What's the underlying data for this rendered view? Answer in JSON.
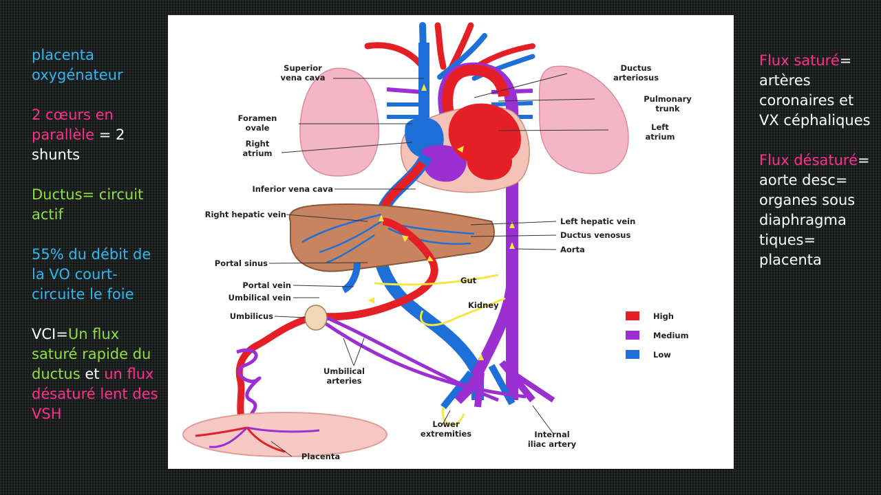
{
  "left_notes": [
    {
      "parts": [
        {
          "text": "placenta oxygénateur",
          "color": "#2fb8f0"
        }
      ]
    },
    {
      "parts": [
        {
          "text": "2 cœurs en parallèle",
          "color": "#ff2f8c"
        },
        {
          "text": " = 2 shunts",
          "color": "#ffffff"
        }
      ]
    },
    {
      "parts": [
        {
          "text": "Ductus= circuit actif",
          "color": "#8ee03c"
        }
      ]
    },
    {
      "parts": [
        {
          "text": "55% du débit de la VO court-circuite le foie",
          "color": "#2fb8f0"
        }
      ]
    },
    {
      "parts": [
        {
          "text": "VCI=",
          "color": "#ffffff"
        },
        {
          "text": "Un flux saturé rapide du ductus",
          "color": "#8ee03c"
        },
        {
          "text": " et ",
          "color": "#ffffff"
        },
        {
          "text": "un flux désaturé lent des VSH",
          "color": "#ff2f8c"
        }
      ]
    }
  ],
  "right_notes": [
    {
      "parts": [
        {
          "text": "Flux saturé",
          "color": "#ff2f8c"
        },
        {
          "text": "= artères coronaires et VX céphaliques",
          "color": "#ffffff"
        }
      ]
    },
    {
      "parts": [
        {
          "text": "Flux désaturé",
          "color": "#ff2f8c"
        },
        {
          "text": "= aorte desc= organes sous diaphragma tiques= placenta",
          "color": "#ffffff"
        }
      ]
    }
  ],
  "diagram": {
    "labels": {
      "svc": [
        "Superior",
        "vena cava"
      ],
      "foramen": [
        "Foramen",
        "ovale"
      ],
      "right_atrium": [
        "Right",
        "atrium"
      ],
      "ivc": "Inferior vena cava",
      "right_hepatic": "Right hepatic vein",
      "portal_sinus": "Portal sinus",
      "portal_vein": "Portal vein",
      "umbilical_vein": "Umbilical vein",
      "umbilicus": "Umbilicus",
      "umbilical_arteries": [
        "Umbilical",
        "arteries"
      ],
      "placenta": "Placenta",
      "ductus_arteriosus": [
        "Ductus",
        "arteriosus"
      ],
      "pulmonary_trunk": [
        "Pulmonary",
        "trunk"
      ],
      "left_atrium": [
        "Left",
        "atrium"
      ],
      "left_hepatic": "Left hepatic vein",
      "ductus_venosus": "Ductus venosus",
      "aorta": "Aorta",
      "gut": "Gut",
      "kidney": "Kidney",
      "lower_extremities": [
        "Lower",
        "extremities"
      ],
      "internal_iliac": [
        "Internal",
        "iliac artery"
      ]
    },
    "legend": [
      {
        "label": "High",
        "color": "#e41f26"
      },
      {
        "label": "Medium",
        "color": "#9b2fd2"
      },
      {
        "label": "Low",
        "color": "#1f6fd8"
      }
    ]
  }
}
